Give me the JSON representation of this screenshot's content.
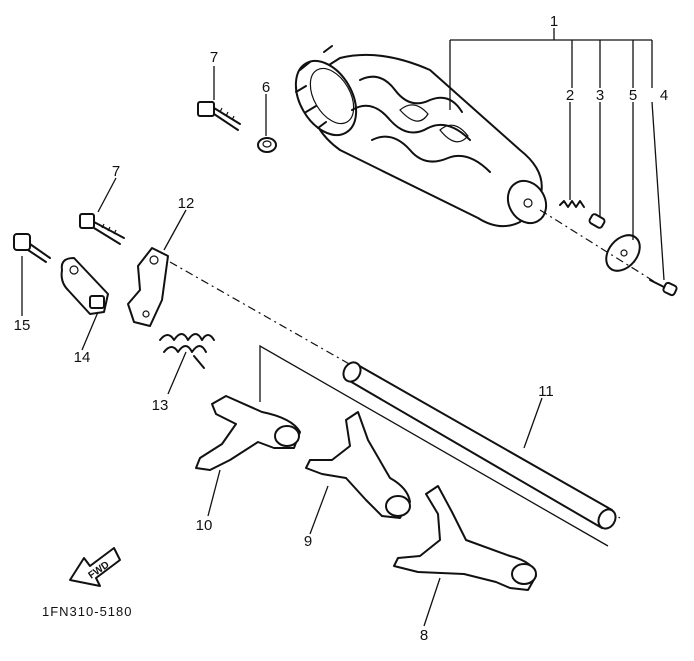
{
  "diagram": {
    "drawing_code": "1FN310-5180",
    "fwd_label": "FWD",
    "callouts": [
      {
        "id": "c1",
        "label": "1"
      },
      {
        "id": "c2",
        "label": "2"
      },
      {
        "id": "c3",
        "label": "3"
      },
      {
        "id": "c4",
        "label": "4"
      },
      {
        "id": "c5",
        "label": "5"
      },
      {
        "id": "c6",
        "label": "6"
      },
      {
        "id": "c7a",
        "label": "7"
      },
      {
        "id": "c7b",
        "label": "7"
      },
      {
        "id": "c8",
        "label": "8"
      },
      {
        "id": "c9",
        "label": "9"
      },
      {
        "id": "c10",
        "label": "10"
      },
      {
        "id": "c11",
        "label": "11"
      },
      {
        "id": "c12",
        "label": "12"
      },
      {
        "id": "c13",
        "label": "13"
      },
      {
        "id": "c14",
        "label": "14"
      },
      {
        "id": "c15",
        "label": "15"
      }
    ]
  }
}
